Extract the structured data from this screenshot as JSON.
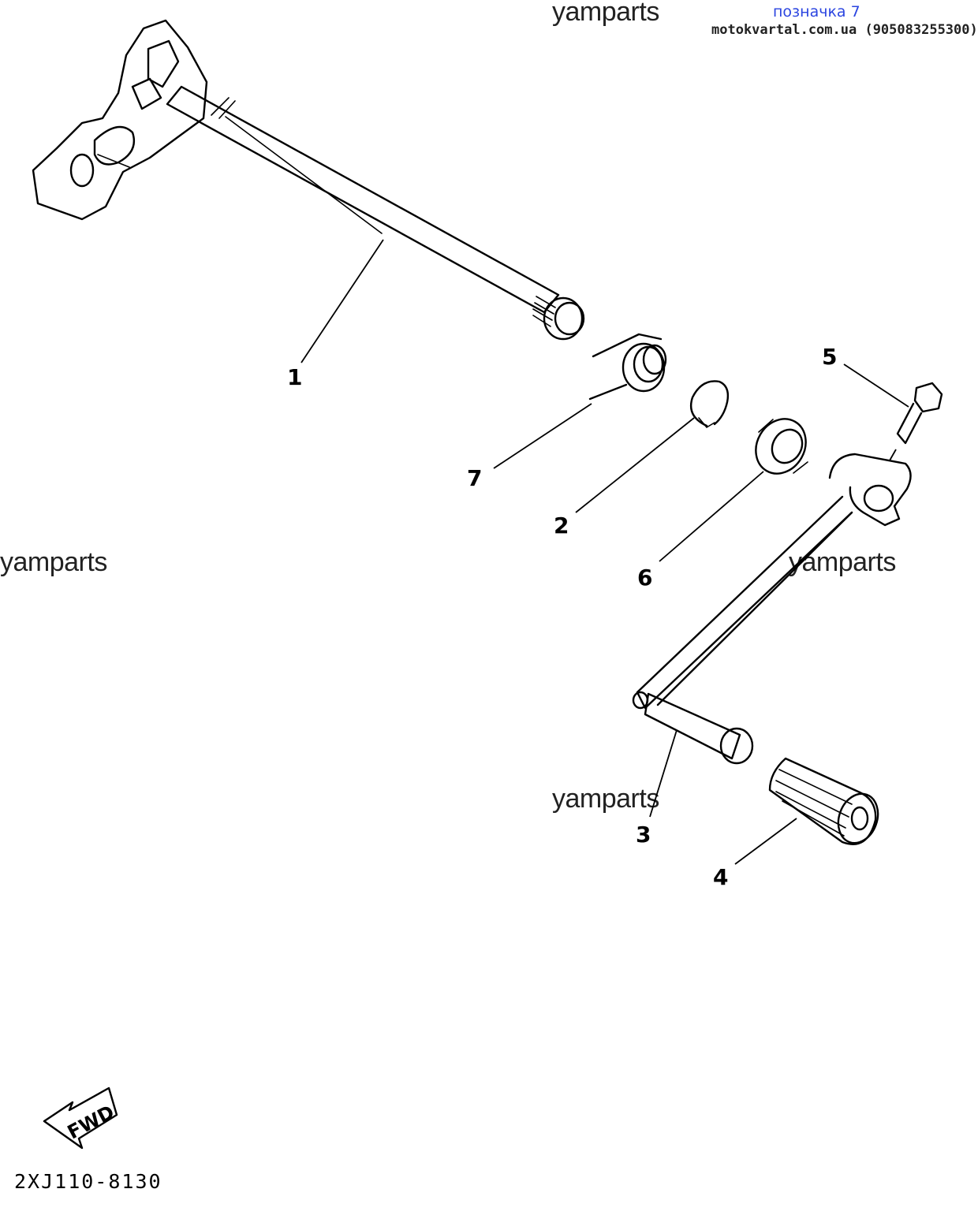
{
  "site": {
    "note": "позначка 7",
    "info": "motokvartal.com.ua (905083255300)"
  },
  "watermarks": [
    "yamparts",
    "yamparts",
    "yamparts",
    "yamparts"
  ],
  "callouts": [
    "1",
    "2",
    "3",
    "4",
    "5",
    "6",
    "7"
  ],
  "direction": {
    "label": "FWD"
  },
  "diagram_code": "2XJ110-8130"
}
